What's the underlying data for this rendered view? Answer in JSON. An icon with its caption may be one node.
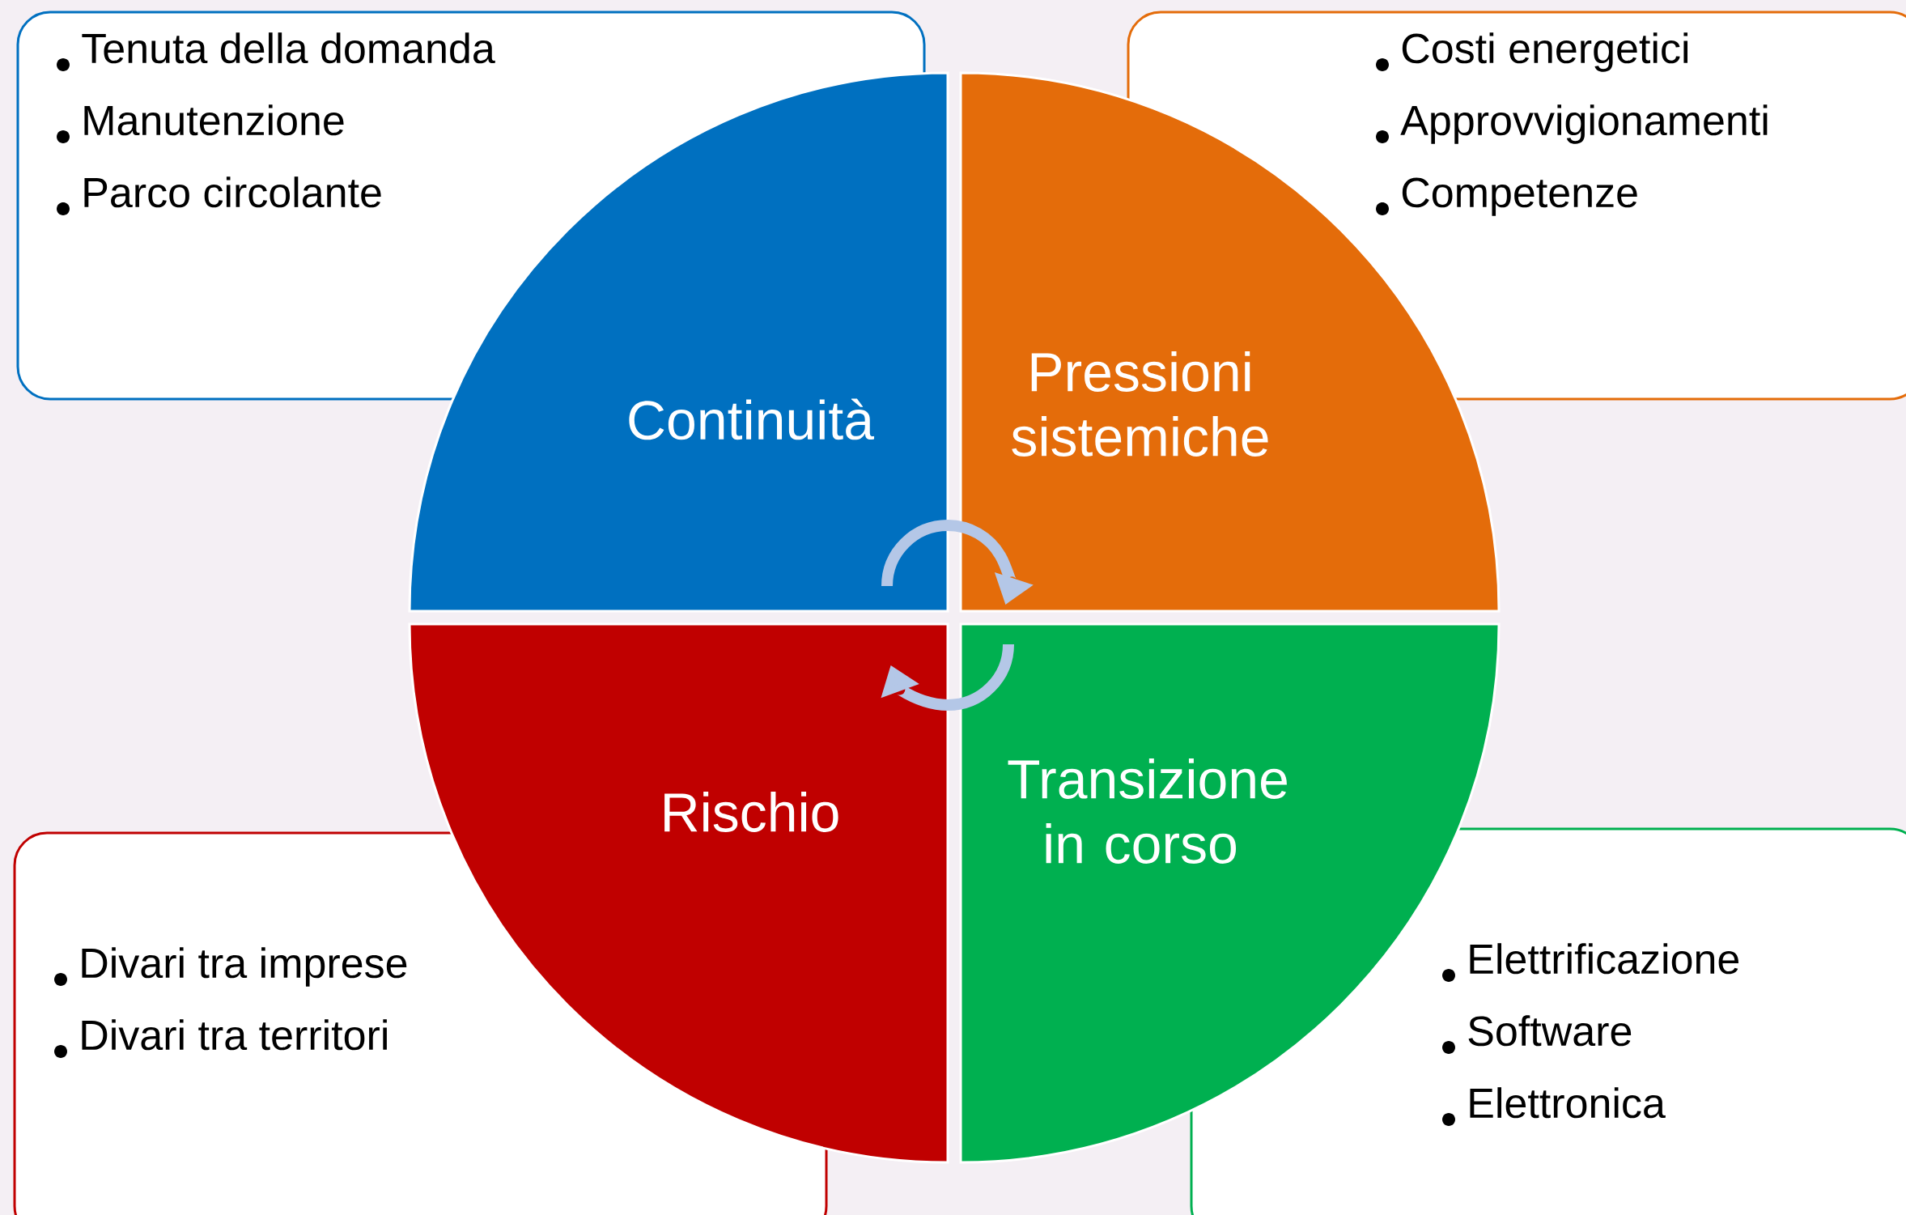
{
  "diagram": {
    "nodes": [
      {
        "text": [
          "Tenuta della domanda",
          "Manutenzione",
          "Parco circolante"
        ]
      },
      {
        "text": [
          "Costi energetici",
          "Approvvigionamenti",
          "Competenze"
        ]
      },
      {
        "text": [
          "Continuità"
        ]
      },
      {
        "text": [
          "Pressioni sistemiche"
        ]
      },
      {
        "text": [
          "Rischio"
        ]
      },
      {
        "text": [
          "Transizione in corso"
        ]
      },
      {
        "text": [
          "Divari tra imprese",
          "Divari tra territori"
        ]
      },
      {
        "text": [
          "Elettrificazione",
          "Software",
          "Elettronica"
        ]
      }
    ],
    "edges": [
      {
        "from": 2,
        "to": 3,
        "arrow": "to"
      },
      {
        "from": 5,
        "to": 4,
        "arrow": "to"
      }
    ]
  }
}
